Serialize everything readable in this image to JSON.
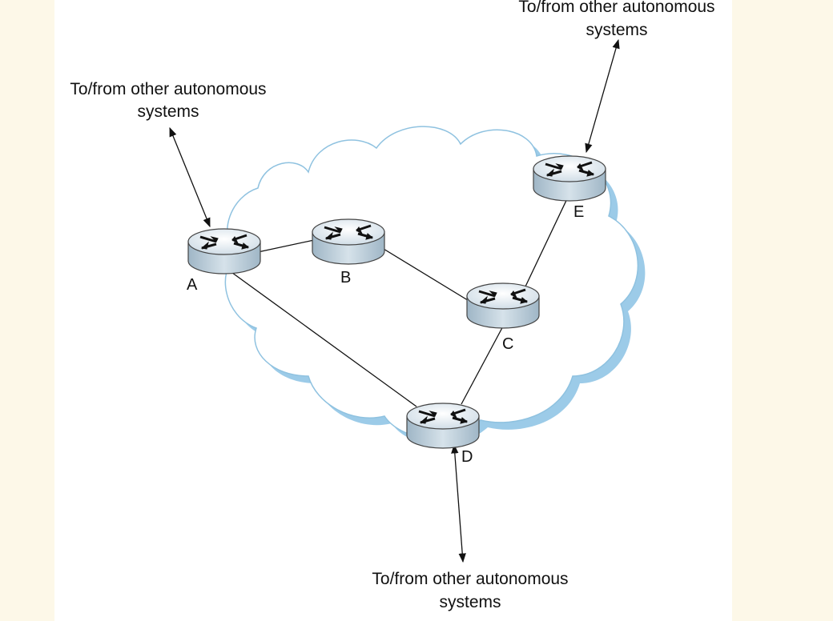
{
  "external_label": {
    "line1": "To/from other autonomous",
    "line2": "systems"
  },
  "routers": [
    {
      "id": "A",
      "label": "A"
    },
    {
      "id": "B",
      "label": "B"
    },
    {
      "id": "C",
      "label": "C"
    },
    {
      "id": "D",
      "label": "D"
    },
    {
      "id": "E",
      "label": "E"
    }
  ],
  "links": [
    [
      "A",
      "B"
    ],
    [
      "B",
      "C"
    ],
    [
      "C",
      "E"
    ],
    [
      "C",
      "D"
    ],
    [
      "A",
      "D"
    ]
  ],
  "external_links": [
    "A",
    "E",
    "D"
  ],
  "colors": {
    "cloud_fill": "#ffffff",
    "cloud_shadow": "#9ccbe8",
    "cloud_outline": "#8fc2e0",
    "router_top": "#e8eef3",
    "router_side": "#b7c9d6",
    "router_outline": "#444444",
    "panel": "#ffffff",
    "background": "#fdf8e8"
  },
  "icons": {
    "router": "router-icon",
    "arrow": "double-arrow"
  }
}
